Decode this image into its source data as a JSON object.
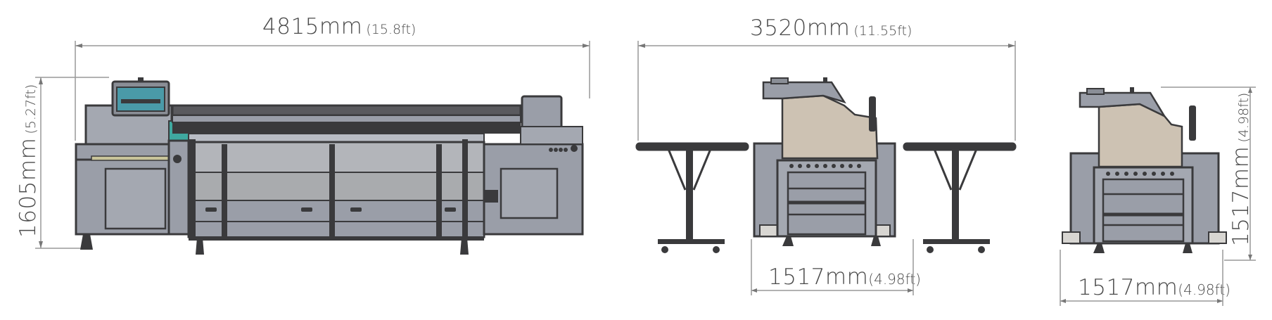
{
  "diagram": {
    "title": "Printer dimension drawing",
    "colors": {
      "line": "#999999",
      "body": "#9a9ea8",
      "dark": "#3a3a3c",
      "panel": "#cdc2b3",
      "screen": "#4a9aa8",
      "teal": "#3fa9a0",
      "accent": "#c8c49a"
    },
    "views": [
      {
        "name": "front-view",
        "dimensions": {
          "width": {
            "value": "4815mm",
            "imperial": "(15.8ft)"
          },
          "height": {
            "value": "1605mm",
            "imperial": "(5.27ft)"
          }
        }
      },
      {
        "name": "side-view-with-tables",
        "dimensions": {
          "total_width": {
            "value": "3520mm",
            "imperial": "(11.55ft)"
          },
          "machine_depth": {
            "value": "1517mm",
            "imperial": "(4.98ft)"
          }
        }
      },
      {
        "name": "side-view",
        "dimensions": {
          "depth": {
            "value": "1517mm",
            "imperial": "(4.98ft)"
          },
          "height": {
            "value": "1517mm",
            "imperial": "(4.98ft)"
          }
        }
      }
    ]
  }
}
